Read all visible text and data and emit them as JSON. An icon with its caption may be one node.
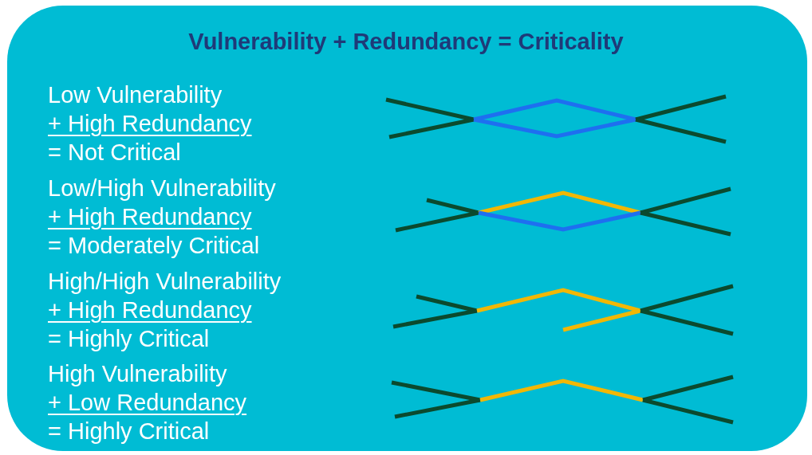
{
  "diagram": {
    "title": "Vulnerability + Redundancy = Criticality",
    "labels": [
      "Low Vulnerability",
      "+ High Redundancy",
      "= Not Critical",
      "Low/High Vulnerability",
      "+ High Redundancy",
      "= Moderately Critical",
      "High/High Vulnerability",
      "+ High Redundancy",
      "= Highly Critical",
      "High Vulnerability",
      "+ Low Redundancy",
      "= Highly Critical"
    ]
  }
}
